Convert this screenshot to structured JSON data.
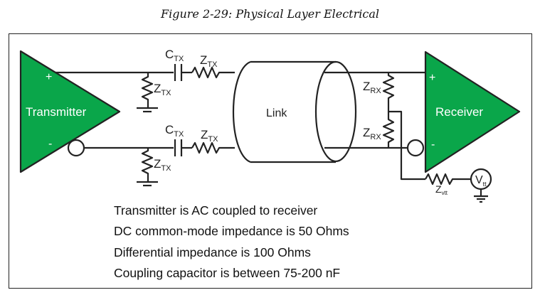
{
  "caption": "Figure 2-29: Physical Layer Electrical",
  "colors": {
    "amplifier_fill": "#0aa64a",
    "wire": "#222222"
  },
  "transmitter": {
    "label": "Transmitter",
    "plus": "+",
    "minus": "-"
  },
  "receiver": {
    "label": "Receiver",
    "plus": "+",
    "minus": "-"
  },
  "link": {
    "label": "Link"
  },
  "components": {
    "ctx_top": {
      "main": "C",
      "sub": "TX"
    },
    "ztx_series_top": {
      "main": "Z",
      "sub": "TX"
    },
    "ztx_shunt_top": {
      "main": "Z",
      "sub": "TX"
    },
    "ctx_bottom": {
      "main": "C",
      "sub": "TX"
    },
    "ztx_series_bottom": {
      "main": "Z",
      "sub": "TX"
    },
    "ztx_shunt_bottom": {
      "main": "Z",
      "sub": "TX"
    },
    "zrx_top": {
      "main": "Z",
      "sub": "RX"
    },
    "zrx_bottom": {
      "main": "Z",
      "sub": "RX"
    },
    "zvtt": {
      "main": "Z",
      "sub": "vtt"
    },
    "vtt": {
      "main": "V",
      "sub": "tt"
    }
  },
  "notes": [
    "Transmitter is AC coupled to receiver",
    "DC common-mode impedance is 50 Ohms",
    "Differential impedance is 100 Ohms",
    "Coupling capacitor is between 75-200 nF"
  ]
}
